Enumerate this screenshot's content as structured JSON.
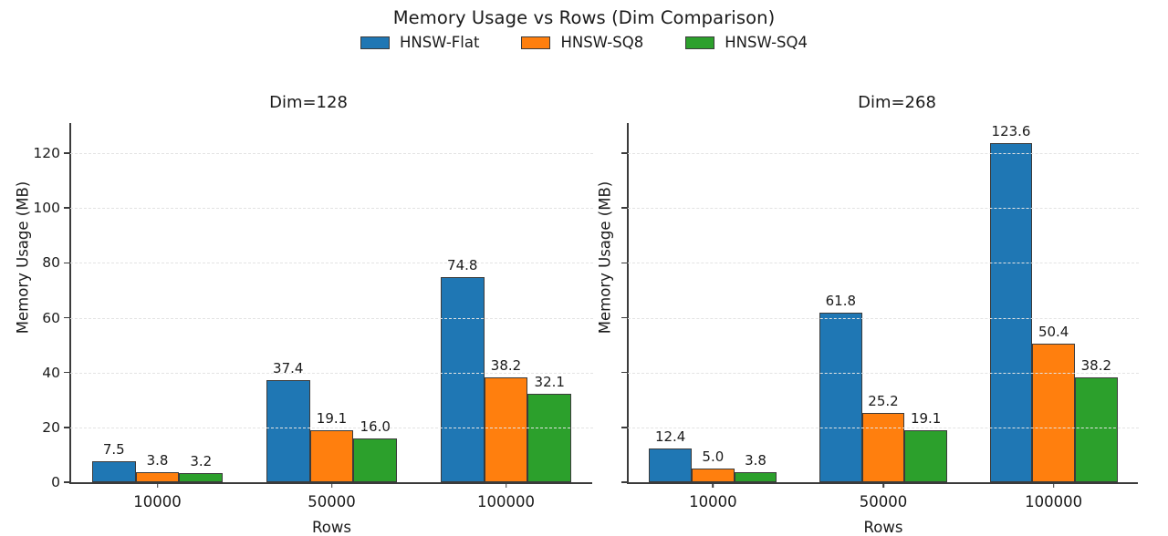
{
  "chart_data": {
    "type": "bar",
    "title": "Memory Usage vs Rows (Dim Comparison)",
    "xlabel": "Rows",
    "ylabel": "Memory Usage (MB)",
    "categories": [
      "10000",
      "50000",
      "100000"
    ],
    "ylim": [
      0,
      131
    ],
    "yticks": [
      0,
      20,
      40,
      60,
      80,
      100,
      120
    ],
    "ytick_labels": [
      "0",
      "20",
      "40",
      "60",
      "80",
      "100",
      "120"
    ],
    "grid": true,
    "legend_position": "top-center",
    "legend": [
      "HNSW-Flat",
      "HNSW-SQ8",
      "HNSW-SQ4"
    ],
    "colors": {
      "HNSW-Flat": "#1f77b4",
      "HNSW-SQ8": "#ff7f0e",
      "HNSW-SQ4": "#2ca02c",
      "edge": "#3b3b3b",
      "grid": "#e3e3e3",
      "text": "#1a1a1a"
    },
    "panels": [
      {
        "title": "Dim=128",
        "xlabel": "Rows",
        "ylabel": "Memory Usage (MB)",
        "show_ytick_labels": true,
        "categories": [
          "10000",
          "50000",
          "100000"
        ],
        "series": [
          {
            "name": "HNSW-Flat",
            "values": [
              7.5,
              37.4,
              74.8
            ],
            "labels": [
              "7.5",
              "37.4",
              "74.8"
            ]
          },
          {
            "name": "HNSW-SQ8",
            "values": [
              3.8,
              19.1,
              38.2
            ],
            "labels": [
              "3.8",
              "19.1",
              "38.2"
            ]
          },
          {
            "name": "HNSW-SQ4",
            "values": [
              3.2,
              16.0,
              32.1
            ],
            "labels": [
              "3.2",
              "16.0",
              "32.1"
            ]
          }
        ]
      },
      {
        "title": "Dim=268",
        "xlabel": "Rows",
        "ylabel": "Memory Usage (MB)",
        "show_ytick_labels": false,
        "categories": [
          "10000",
          "50000",
          "100000"
        ],
        "series": [
          {
            "name": "HNSW-Flat",
            "values": [
              12.4,
              61.8,
              123.6
            ],
            "labels": [
              "12.4",
              "61.8",
              "123.6"
            ]
          },
          {
            "name": "HNSW-SQ8",
            "values": [
              5.0,
              25.2,
              50.4
            ],
            "labels": [
              "5.0",
              "25.2",
              "50.4"
            ]
          },
          {
            "name": "HNSW-SQ4",
            "values": [
              3.8,
              19.1,
              38.2
            ],
            "labels": [
              "3.8",
              "19.1",
              "38.2"
            ]
          }
        ]
      }
    ]
  }
}
